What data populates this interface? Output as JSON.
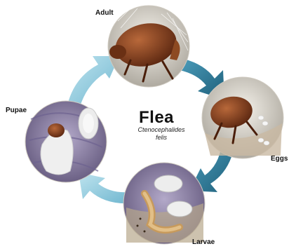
{
  "diagram": {
    "title": "Flea",
    "subtitle_line1": "Ctenocephalides",
    "subtitle_line2": "felis",
    "stages": [
      {
        "label": "Adult"
      },
      {
        "label": "Eggs"
      },
      {
        "label": "Larvae"
      },
      {
        "label": "Pupae"
      }
    ]
  },
  "colors": {
    "arrow_light": "#9fd4e4",
    "arrow_dark": "#2f7c9a",
    "fur_light": "#e6e1d6",
    "flea_brown": "#7a3a1a",
    "pupae_purple": "#8a7fa6",
    "egg_white": "#f3f3f3"
  }
}
